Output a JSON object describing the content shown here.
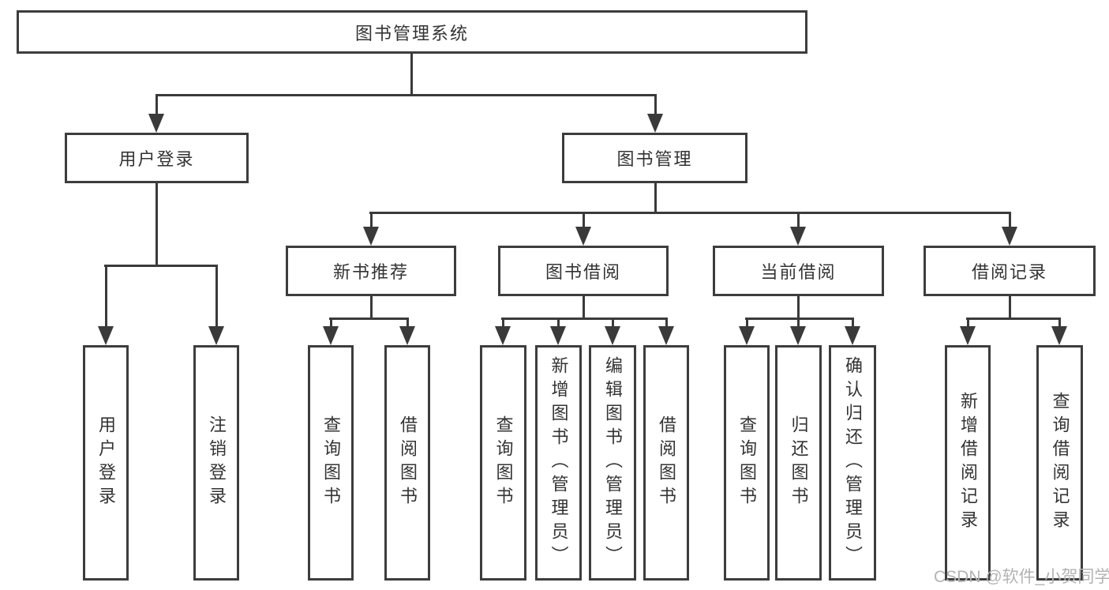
{
  "colors": {
    "line": "#3a3a3a",
    "border": "#3d3d3d",
    "text": "#333333",
    "watermark": "#b3b3b3",
    "background": "#ffffff"
  },
  "nodes": {
    "root": "图书管理系统",
    "level2": [
      {
        "label": "用户登录"
      },
      {
        "label": "图书管理"
      }
    ],
    "level3": [
      {
        "label": "新书推荐"
      },
      {
        "label": "图书借阅"
      },
      {
        "label": "当前借阅"
      },
      {
        "label": "借阅记录"
      }
    ],
    "leaves": {
      "user_login": [
        "用户登录",
        "注销登录"
      ],
      "new_books": [
        "查询图书",
        "借阅图书"
      ],
      "book_borrow": [
        "查询图书",
        "新增图书（管理员）",
        "编辑图书（管理员）",
        "借阅图书"
      ],
      "current_borrow": [
        "查询图书",
        "归还图书",
        "确认归还（管理员）"
      ],
      "borrow_records": [
        "新增借阅记录",
        "查询借阅记录"
      ]
    }
  },
  "watermark": "CSDN @软件_小贺同学"
}
